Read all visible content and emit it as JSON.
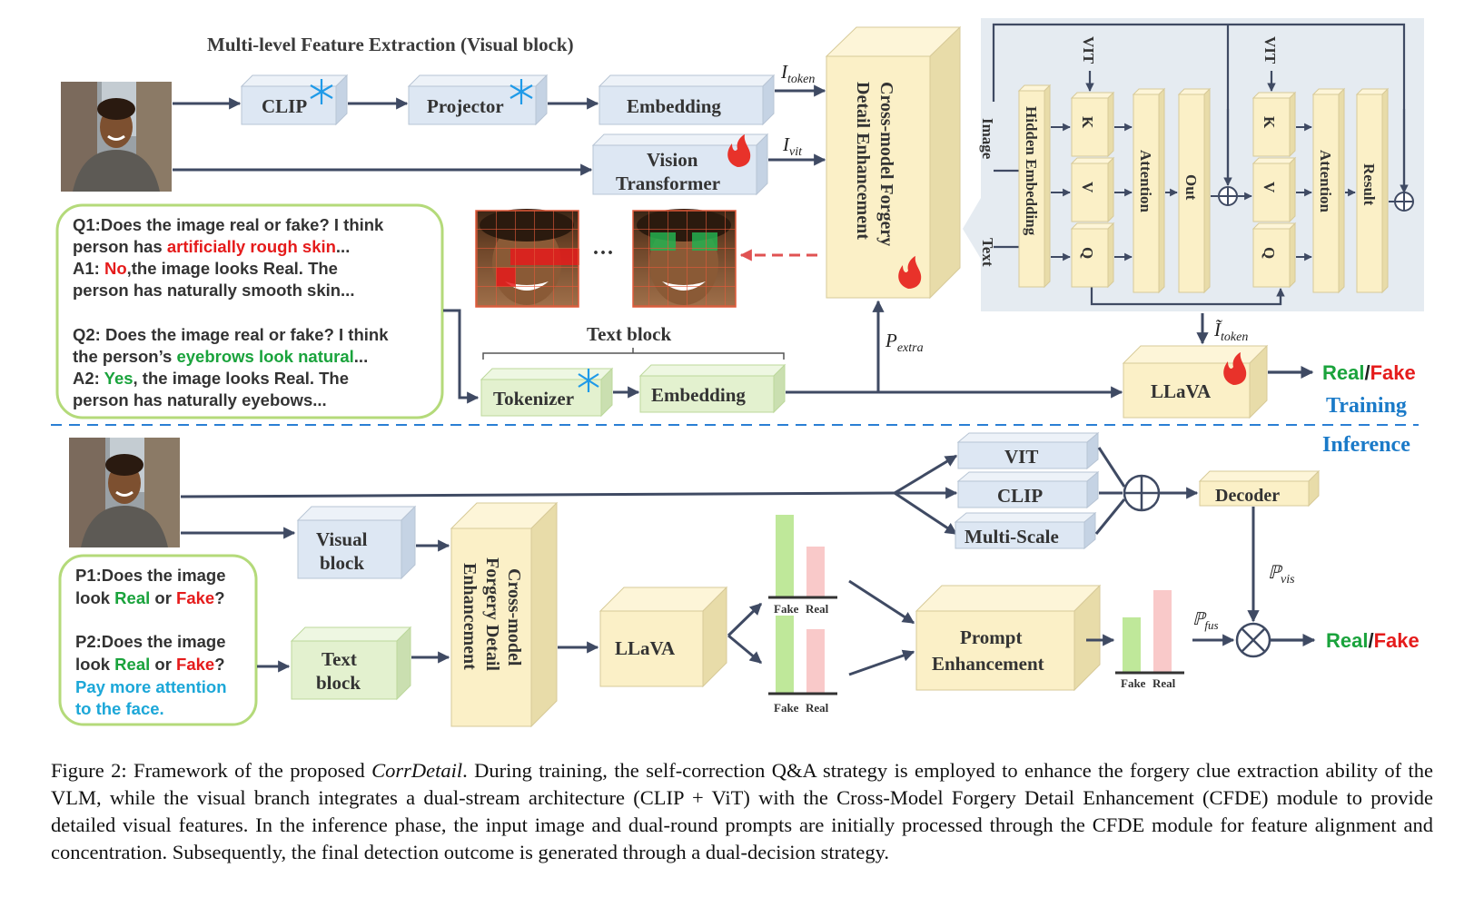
{
  "labels": {
    "mfe_title": "Multi-level Feature Extraction (Visual block)",
    "clip": "CLIP",
    "projector": "Projector",
    "embedding": "Embedding",
    "vision": "Vision",
    "transformer": "Transformer",
    "i_token": "I",
    "i_token_sub": "token",
    "i_vit": "I",
    "i_vit_sub": "vit",
    "cfde_line1": "Cross-model Forgery",
    "cfde_line2": "Detail Enhancement",
    "text_block_title": "Text block",
    "tokenizer": "Tokenizer",
    "embedding2": "Embedding",
    "p_extra": "P",
    "p_extra_sub": "extra",
    "dots": "···",
    "llava": "LLaVA",
    "i_tilde": "Ĩ",
    "i_tilde_sub": "token",
    "real": "Real",
    "slash": "/",
    "fake": "Fake",
    "training": "Training",
    "inference": "Inference",
    "image": "Image",
    "text": "Text",
    "hidden_embedding": "Hidden Embedding",
    "vit_top": "VIT",
    "k": "K",
    "v": "V",
    "q": "Q",
    "attention": "Attention",
    "out": "Out",
    "result": "Result",
    "visual_block_1": "Visual",
    "visual_block_2": "block",
    "text_block_1": "Text",
    "text_block_2": "block",
    "cfde_b_line1": "Cross-model",
    "cfde_b_line2": "Forgery Detail",
    "cfde_b_line3": "Enhancement",
    "llava_b": "LLaVA",
    "vit_b": "VIT",
    "clip_b": "CLIP",
    "multiscale": "Multi-Scale",
    "decoder": "Decoder",
    "p_vis": "ℙ",
    "p_vis_sub": "vis",
    "p_fus": "ℙ",
    "p_fus_sub": "fus",
    "prompt_enh_1": "Prompt",
    "prompt_enh_2": "Enhancement",
    "bar_fake": "Fake",
    "bar_real": "Real"
  },
  "qa": {
    "q1_a": "Q1:Does the image real or fake?  I think",
    "q1_b": "person has ",
    "q1_b_red": "artificially rough skin",
    "q1_b_end": "...",
    "a1_a": "A1: ",
    "a1_no": "No",
    "a1_b": ",the image looks Real. The",
    "a1_c": "person has naturally smooth skin...",
    "q2_a": "Q2: Does the image real or fake? I think",
    "q2_b": "the person’s ",
    "q2_b_green": "eyebrows look natural",
    "q2_b_end": "...",
    "a2_a": "A2: ",
    "a2_yes": "Yes",
    "a2_b": ", the image looks Real. The",
    "a2_c": "person has naturally eyebows..."
  },
  "prompts": {
    "p1_a": "P1:Does the image",
    "p1_b": "look ",
    "p1_real": "Real",
    "p1_or": " or ",
    "p1_fake": "Fake",
    "p1_q": "?",
    "p2_a": "P2:Does the image",
    "p2_b": "look ",
    "p2_real": "Real",
    "p2_or": " or ",
    "p2_fake": "Fake",
    "p2_q": "?",
    "p2_c": "Pay more attention",
    "p2_d": "to the face."
  },
  "bar_charts": [
    {
      "values": {
        "fake": 0.9,
        "real": 0.55
      }
    },
    {
      "values": {
        "fake": 0.85,
        "real": 0.7
      }
    },
    {
      "values": {
        "fake": 0.6,
        "real": 0.9
      }
    }
  ],
  "caption": {
    "prefix": "Figure 2: Framework of the proposed ",
    "name": "CorrDetail",
    "body": ".  During training, the self-correction Q&A strategy is employed to enhance the forgery clue extraction ability of the VLM, while the visual branch integrates a dual-stream architecture (CLIP + ViT) with the Cross-Model Forgery Detail Enhancement (CFDE) module to provide detailed visual features. In the inference phase, the input image and dual-round prompts are initially processed through the CFDE module for feature alignment and concentration. Subsequently, the final detection outcome is generated through a dual-decision strategy."
  },
  "colors": {
    "blue_box": "#dde7f3",
    "blue_side": "#c5d3e4",
    "yellow_box": "#fbf0c7",
    "yellow_side": "#e8dca9",
    "green_box": "#e3f1cf",
    "green_side": "#cadfb0",
    "arrow": "#3f4a63",
    "real_green": "#1aa33c",
    "fake_red": "#e51b1b",
    "training_blue": "#1a7ac8",
    "bar_fake": "#bfe89a",
    "bar_real": "#f9c9c9"
  }
}
